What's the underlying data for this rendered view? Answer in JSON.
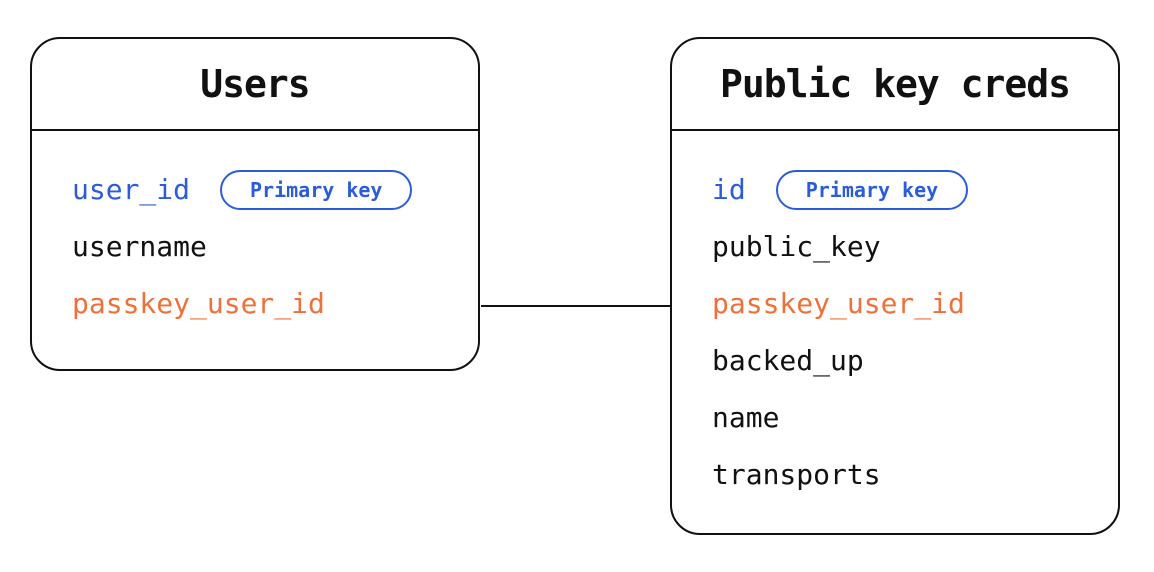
{
  "colors": {
    "primary_blue": "#2B5CD9",
    "foreign_orange": "#ED7139",
    "ink": "#111111"
  },
  "diagram": {
    "relationship": {
      "from": "Users.passkey_user_id",
      "to": "Public key creds.passkey_user_id"
    },
    "tables": [
      {
        "name": "Users",
        "fields": [
          {
            "label": "user_id",
            "role": "primary",
            "badge": "Primary key"
          },
          {
            "label": "username",
            "role": "normal"
          },
          {
            "label": "passkey_user_id",
            "role": "foreign"
          }
        ]
      },
      {
        "name": "Public key creds",
        "fields": [
          {
            "label": "id",
            "role": "primary",
            "badge": "Primary key"
          },
          {
            "label": "public_key",
            "role": "normal"
          },
          {
            "label": "passkey_user_id",
            "role": "foreign"
          },
          {
            "label": "backed_up",
            "role": "normal"
          },
          {
            "label": "name",
            "role": "normal"
          },
          {
            "label": "transports",
            "role": "normal"
          }
        ]
      }
    ]
  }
}
